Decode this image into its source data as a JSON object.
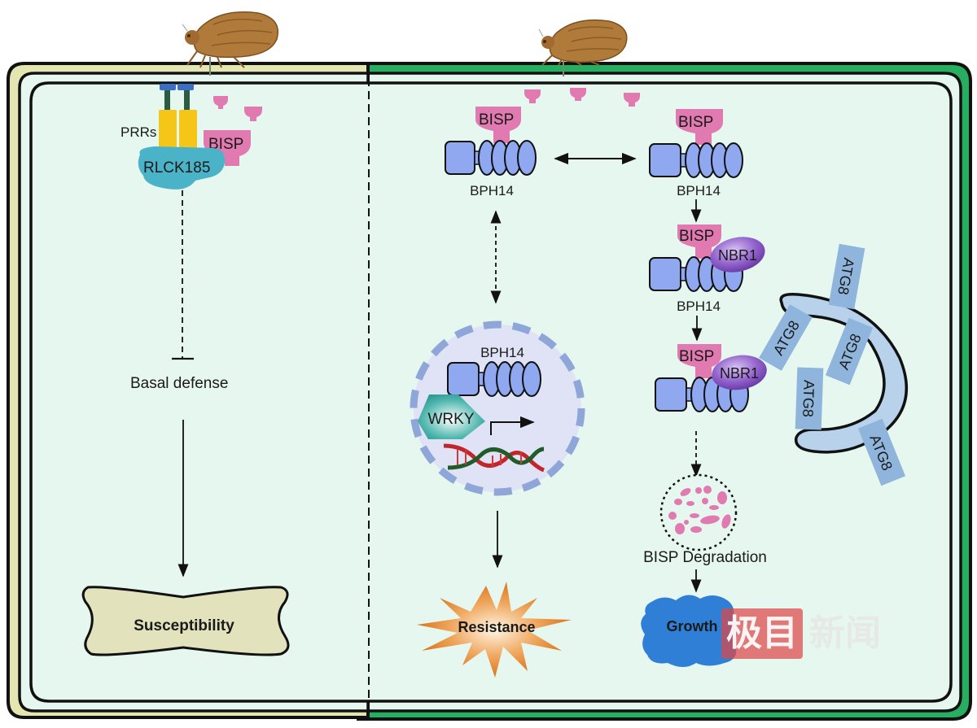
{
  "figure": {
    "title": "BPH14 / BISP plant immunity and growth model",
    "colors": {
      "cell_wall_left": "#e3e6b0",
      "cell_wall_right": "#27ae60",
      "cytoplasm": "#e6f7ef",
      "bisp": "#e07ab0",
      "bph14": "#8fa8f0",
      "nbr1": "#8e5ac4",
      "atg8": "#8fb5dd",
      "rlck": "#4bb3c8",
      "prr_yellow": "#f5c518",
      "prr_blue": "#3a6fc4",
      "prr_stem": "#2b5a45",
      "wrky": "#3aa6a0",
      "nucleus": "#dfe3f5",
      "nucleus_border": "#8ea6d8",
      "resistance": "#e88a2e",
      "growth": "#2f7fd6",
      "susceptibility": "#e2e2bc"
    }
  },
  "left_panel": {
    "prr_label": "PRRs",
    "rlck_label": "RLCK185",
    "bisp_label": "BISP",
    "basal_defense_label": "Basal defense",
    "outcome_label": "Susceptibility"
  },
  "right_panel": {
    "complex_1": {
      "bisp_label": "BISP",
      "bph14_label": "BPH14"
    },
    "complex_2": {
      "bisp_label": "BISP",
      "bph14_label": "BPH14"
    },
    "complex_3": {
      "bisp_label": "BISP",
      "nbr1_label": "NBR1",
      "bph14_label": "BPH14"
    },
    "complex_4": {
      "bisp_label": "BISP",
      "nbr1_label": "NBR1"
    },
    "nucleus": {
      "bph14_label": "BPH14",
      "wrky_label": "WRKY"
    },
    "atg8_labels": [
      "ATG8",
      "ATG8",
      "ATG8",
      "ATG8",
      "ATG8"
    ],
    "degradation_label": "BISP Degradation",
    "resistance_label": "Resistance",
    "growth_label": "Growth"
  },
  "watermark": {
    "red_text": "极目",
    "grey_text": "新闻"
  }
}
